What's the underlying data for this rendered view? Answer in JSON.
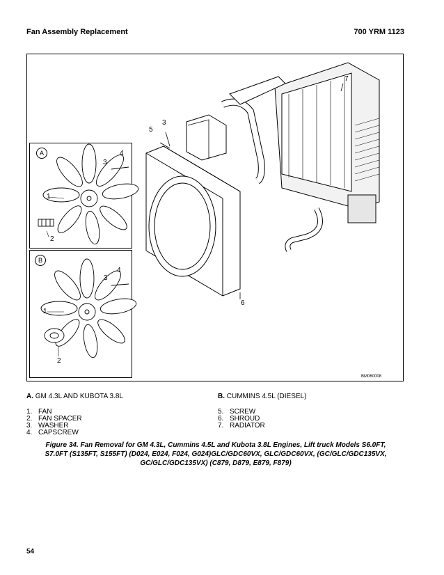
{
  "header": {
    "section_title": "Fan Assembly Replacement",
    "doc_number": "700 YRM 1123"
  },
  "figure": {
    "callouts": {
      "c1a": "1",
      "c2a": "2",
      "c3a": "3",
      "c4a": "4",
      "c1b": "1",
      "c2b": "2",
      "c3b": "3",
      "c4b": "4",
      "c3main": "3",
      "c5": "5",
      "c6": "6",
      "c7": "7"
    },
    "inset_labels": {
      "a": "A",
      "b": "B"
    },
    "figure_id": "BM060008"
  },
  "legend": {
    "a_letter": "A.",
    "a_title": "GM 4.3L AND KUBOTA 3.8L",
    "b_letter": "B.",
    "b_title": "CUMMINS 4.5L (DIESEL)",
    "items_left": [
      {
        "num": "1.",
        "label": "FAN"
      },
      {
        "num": "2.",
        "label": "FAN SPACER"
      },
      {
        "num": "3.",
        "label": "WASHER"
      },
      {
        "num": "4.",
        "label": "CAPSCREW"
      }
    ],
    "items_right": [
      {
        "num": "5.",
        "label": "SCREW"
      },
      {
        "num": "6.",
        "label": "SHROUD"
      },
      {
        "num": "7.",
        "label": "RADIATOR"
      }
    ]
  },
  "caption": {
    "line1": "Figure 34. Fan Removal for GM 4.3L, Cummins 4.5L and Kubota 3.8L Engines, Lift truck Models S6.0FT,",
    "line2": "S7.0FT (S135FT, S155FT) (D024, E024, F024, G024)GLC/GDC60VX, GLC/GDC60VX, (GC/GLC/GDC135VX,",
    "line3": "GC/GLC/GDC135VX) (C879, D879, E879, F879)"
  },
  "footer": {
    "page_number": "54"
  }
}
